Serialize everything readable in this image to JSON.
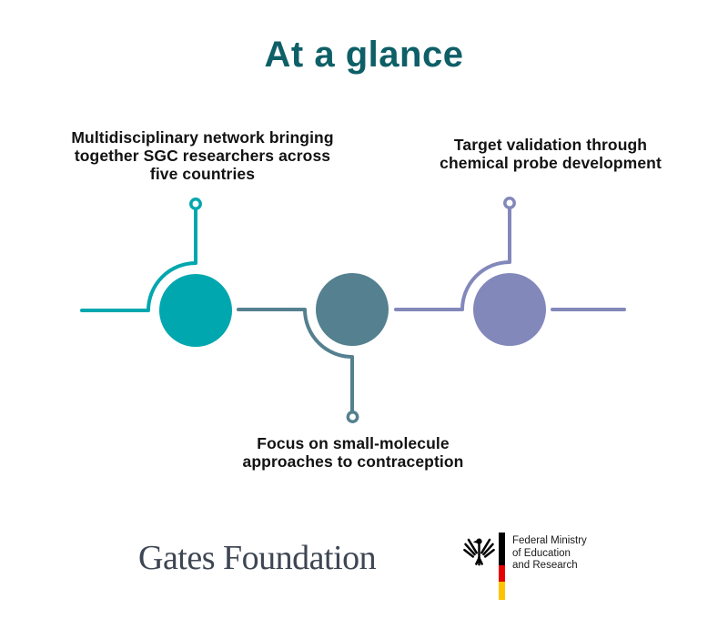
{
  "title": "At a glance",
  "steps": [
    {
      "name": "network",
      "color": "#00a7ae",
      "lines": [
        "Multidisciplinary network bringing",
        "together SGC researchers across",
        "five countries"
      ]
    },
    {
      "name": "contraception",
      "color": "#54808f",
      "lines": [
        "Focus on small-molecule",
        "approaches to contraception"
      ]
    },
    {
      "name": "target-validation",
      "color": "#8388bb",
      "lines": [
        "Target validation through",
        "chemical probe development"
      ]
    }
  ],
  "footer": {
    "gates_label": "Gates Foundation",
    "ministry_lines": [
      "Federal Ministry",
      "of Education",
      "and Research"
    ],
    "flag": {
      "black": "#000000",
      "red": "#e60000",
      "gold": "#fdc300"
    }
  },
  "colors": {
    "title": "#0e5f67",
    "body_text": "#121212",
    "gates_text": "#3e4653",
    "background": "#ffffff"
  }
}
